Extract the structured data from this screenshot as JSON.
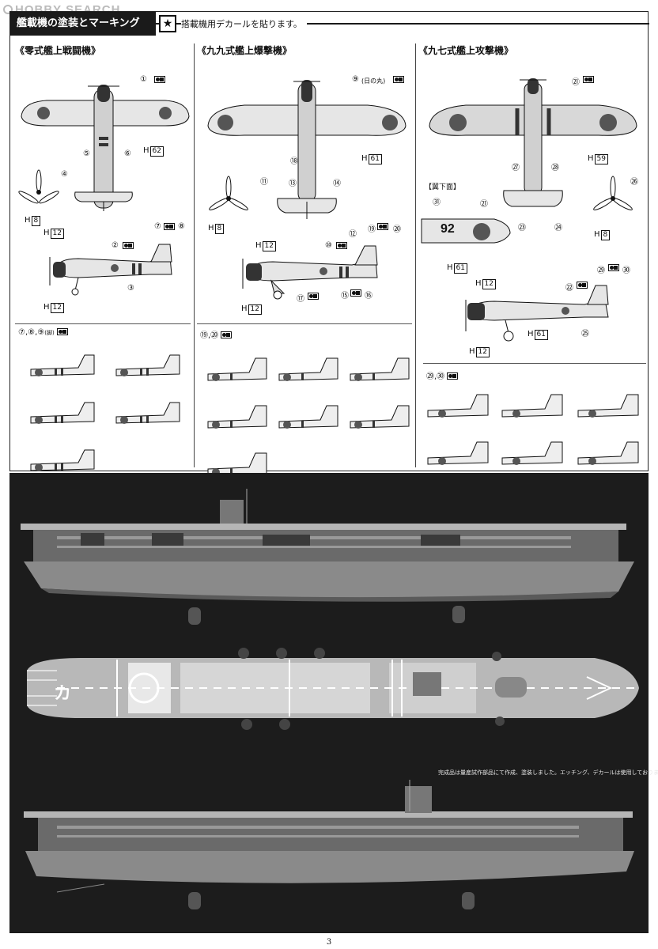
{
  "watermark": "HOBBY SEARCH",
  "header": {
    "title": "艦載機の塗装とマーキング",
    "star": "★",
    "note": "搭載機用デカールを貼ります。"
  },
  "panels": [
    {
      "title": "《零式艦上戦闘機》",
      "callouts": [
        "①",
        "⑤",
        "⑥",
        "④",
        "⑦",
        "⑧",
        "②",
        "③"
      ],
      "hmarks": [
        "62",
        "8",
        "12",
        "12"
      ],
      "sub_label": "⑦,⑧,⑨",
      "sub_label_note": "(脚)"
    },
    {
      "title": "《九九式艦上爆撃機》",
      "callouts": [
        "⑨",
        "⑱",
        "⑬",
        "⑭",
        "⑪",
        "⑫",
        "⑲",
        "⑳",
        "⑩",
        "⑰",
        "⑮",
        "⑯"
      ],
      "note": "(日の丸)",
      "hmarks": [
        "61",
        "8",
        "12",
        "12"
      ],
      "sub_label": "⑲,⑳"
    },
    {
      "title": "《九七式艦上攻撃機》",
      "callouts": [
        "㉑",
        "㉗",
        "㉘",
        "㉖",
        "㉓",
        "㉔",
        "㉛",
        "㉑",
        "㉙",
        "㉚",
        "㉒",
        "㉕"
      ],
      "hmarks": [
        "59",
        "8",
        "61",
        "12",
        "61",
        "12"
      ],
      "wing_label": "【翼下面】",
      "wing_number": "92",
      "sub_label": "㉙,㉚"
    }
  ],
  "photo_caption": "完成品は量産試作部品にて作成、塗装しました。エッチング、デカールは使用しておりません。",
  "deck_marking": "カ",
  "page_number": "3",
  "colors": {
    "dark": "#1c1c1c",
    "hull": "#8a8a8a",
    "deck": "#b8b8b8",
    "ink": "#111111"
  }
}
